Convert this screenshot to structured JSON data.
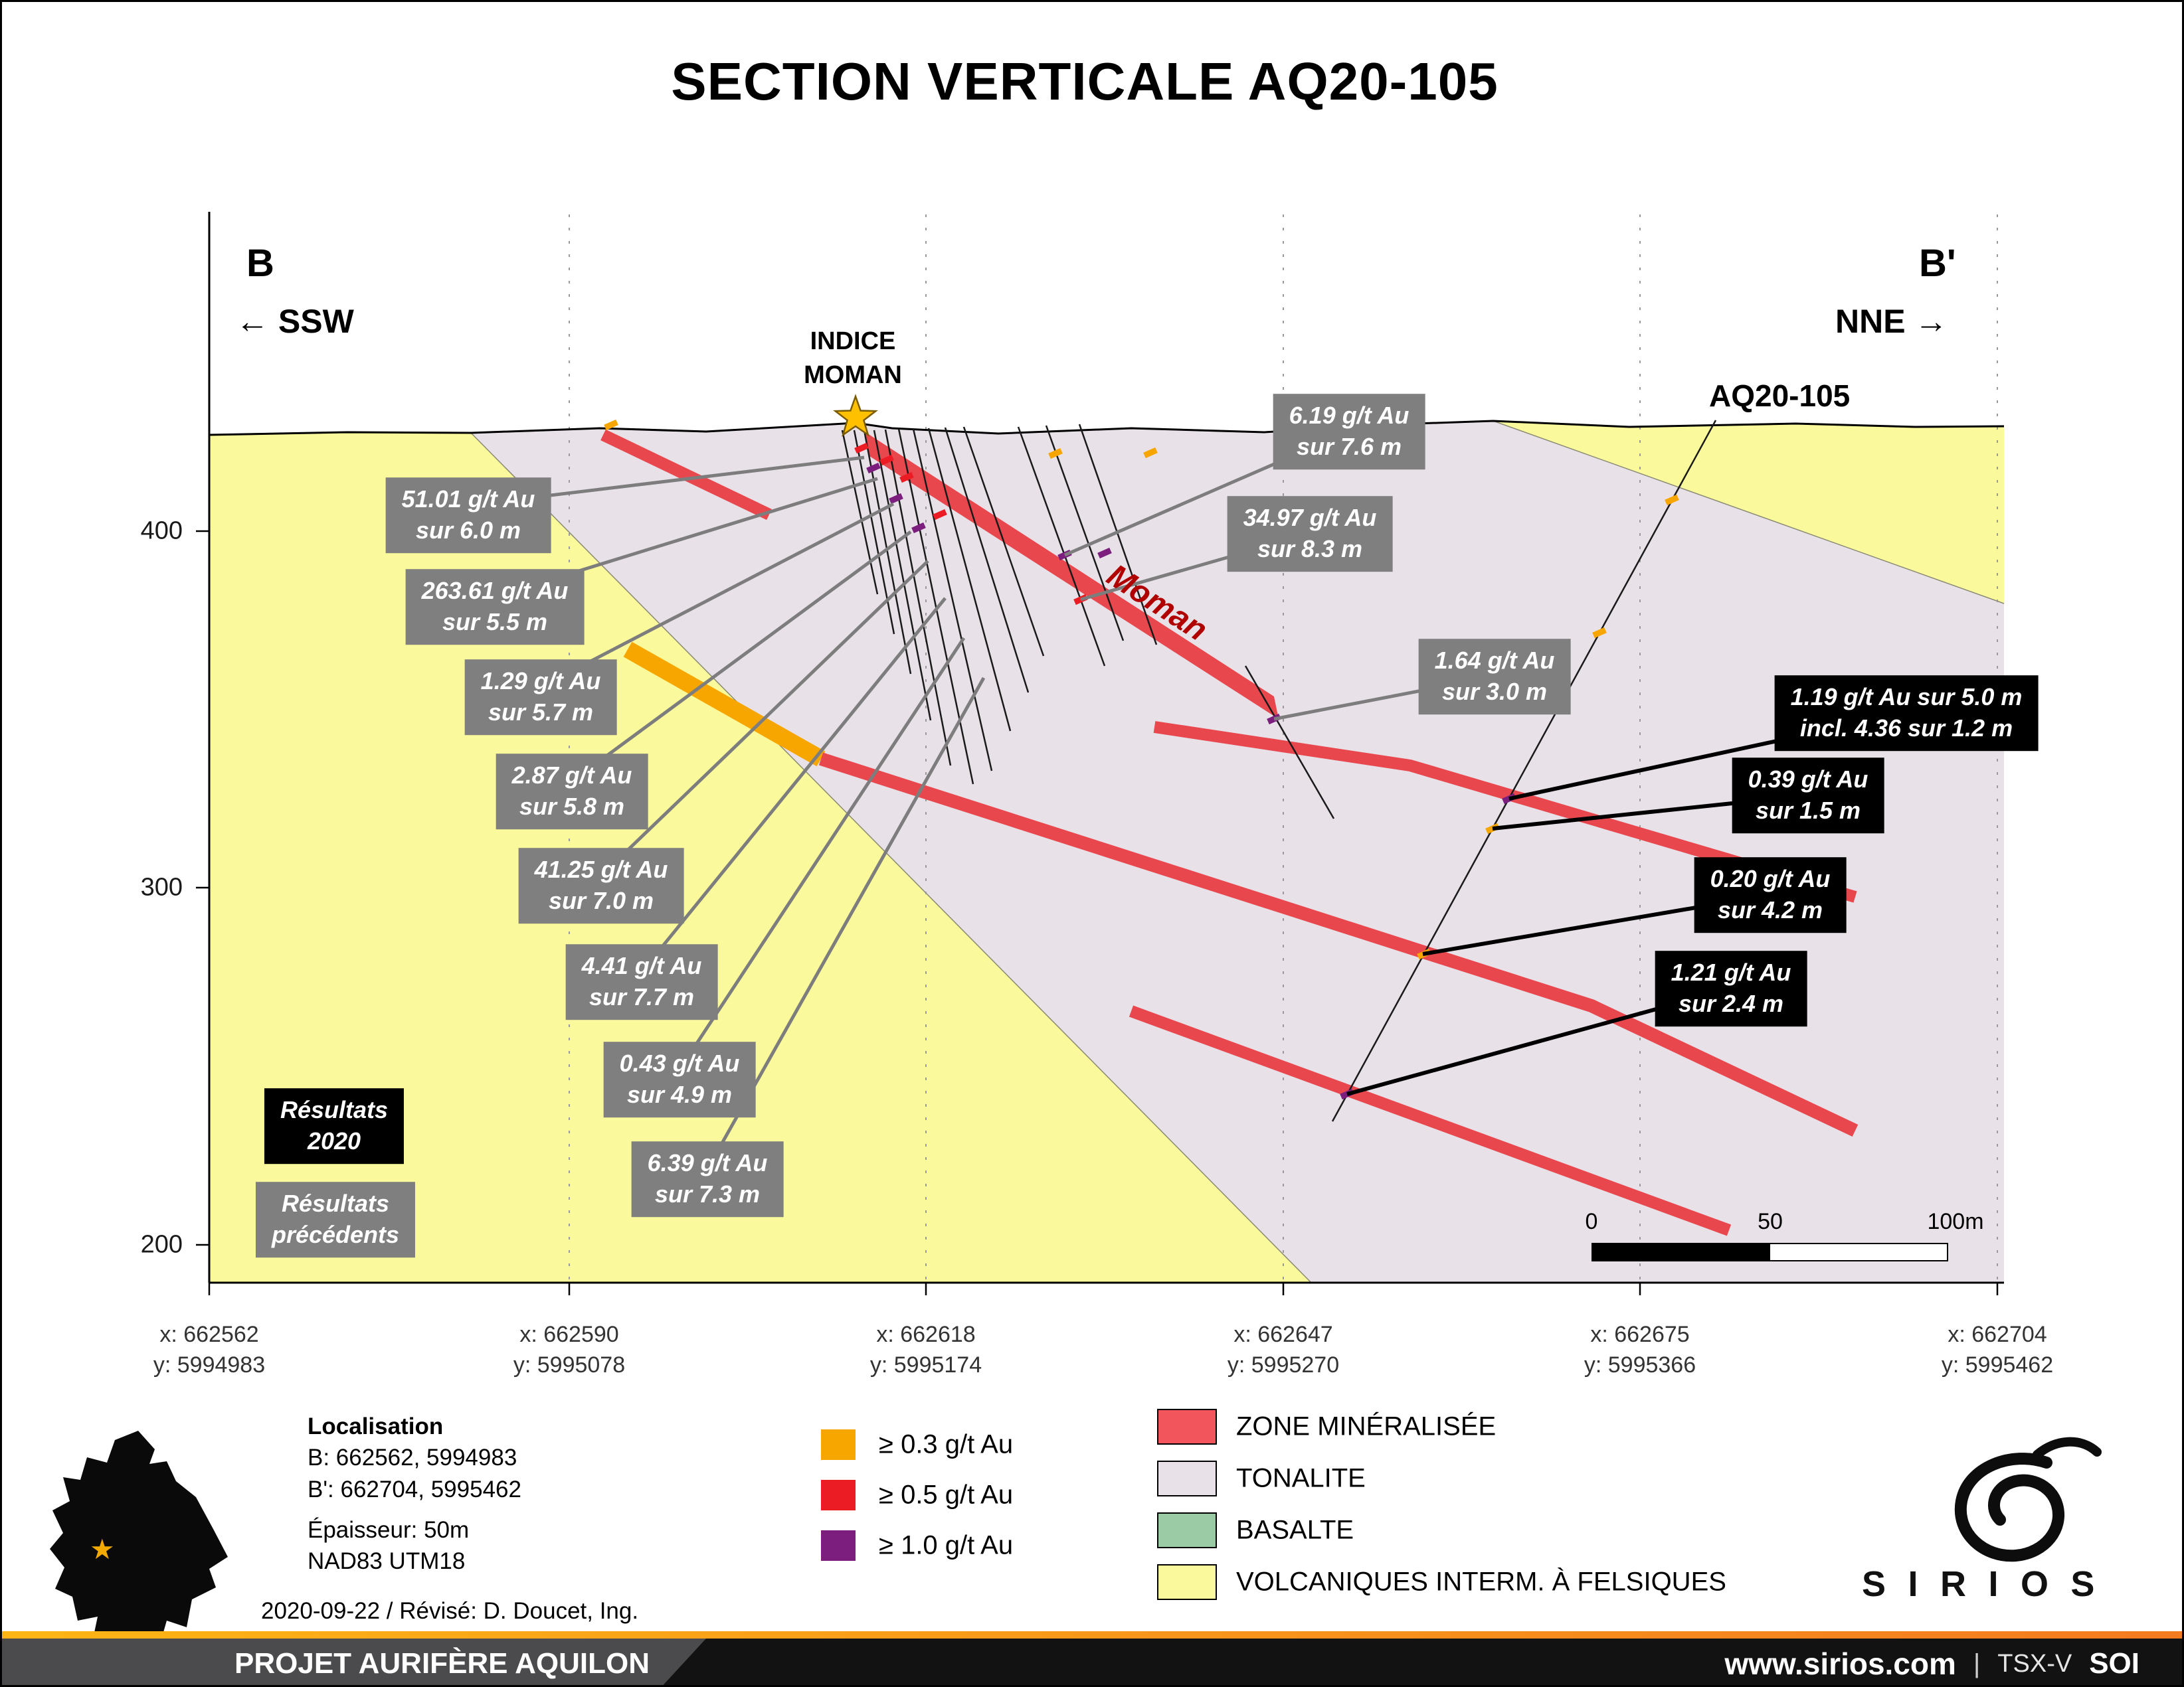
{
  "title": "SECTION VERTICALE AQ20-105",
  "section": {
    "b_label": "B",
    "bprime_label": "B'",
    "ssw": "← SSW",
    "nne": "NNE →",
    "hole_label": "AQ20-105",
    "indice_line1": "INDICE",
    "indice_line2": "MOMAN",
    "moman_zone": "Moman",
    "elev_400": "400",
    "elev_300": "300",
    "elev_200": "200"
  },
  "results_previous": [
    {
      "line1": "51.01 g/t Au",
      "line2": "sur 6.0 m"
    },
    {
      "line1": "263.61 g/t Au",
      "line2": "sur 5.5 m"
    },
    {
      "line1": "1.29 g/t Au",
      "line2": "sur 5.7 m"
    },
    {
      "line1": "2.87 g/t Au",
      "line2": "sur 5.8 m"
    },
    {
      "line1": "41.25 g/t Au",
      "line2": "sur 7.0 m"
    },
    {
      "line1": "4.41 g/t Au",
      "line2": "sur 7.7 m"
    },
    {
      "line1": "0.43 g/t Au",
      "line2": "sur 4.9 m"
    },
    {
      "line1": "6.39 g/t Au",
      "line2": "sur 7.3 m"
    },
    {
      "line1": "6.19 g/t Au",
      "line2": "sur 7.6 m"
    },
    {
      "line1": "34.97 g/t Au",
      "line2": "sur 8.3 m"
    },
    {
      "line1": "1.64 g/t Au",
      "line2": "sur 3.0 m"
    }
  ],
  "results_2020": [
    {
      "line1": "1.19 g/t Au sur 5.0 m",
      "line2": "incl. 4.36 sur 1.2 m"
    },
    {
      "line1": "0.39 g/t Au",
      "line2": "sur 1.5 m"
    },
    {
      "line1": "0.20 g/t Au",
      "line2": "sur 4.2 m"
    },
    {
      "line1": "1.21 g/t Au",
      "line2": "sur 2.4 m"
    }
  ],
  "results_legend": {
    "r2020_line1": "Résultats",
    "r2020_line2": "2020",
    "prev_line1": "Résultats",
    "prev_line2": "précédents"
  },
  "scalebar": {
    "zero": "0",
    "fifty": "50",
    "hundred": "100m"
  },
  "coordinates": [
    {
      "x": "x: 662562",
      "y": "y: 5994983"
    },
    {
      "x": "x: 662590",
      "y": "y: 5995078"
    },
    {
      "x": "x: 662618",
      "y": "y: 5995174"
    },
    {
      "x": "x: 662647",
      "y": "y: 5995270"
    },
    {
      "x": "x: 662675",
      "y": "y: 5995366"
    },
    {
      "x": "x: 662704",
      "y": "y: 5995462"
    }
  ],
  "localisation": {
    "heading": "Localisation",
    "b": "B: 662562, 5994983",
    "bprime": "B': 662704, 5995462",
    "epaisseur": "Épaisseur: 50m",
    "datum": "NAD83 UTM18",
    "revision": "2020-09-22 / Révisé: D. Doucet, Ing."
  },
  "grade_legend": [
    {
      "label": "≥ 0.3 g/t Au",
      "color": "#F7A600"
    },
    {
      "label": "≥ 0.5 g/t Au",
      "color": "#EB1C24"
    },
    {
      "label": "≥ 1.0 g/t Au",
      "color": "#7B1E7E"
    }
  ],
  "lithology_legend": [
    {
      "label": "ZONE MINÉRALISÉE",
      "color": "#F2555C"
    },
    {
      "label": "TONALITE",
      "color": "#E8E1E8"
    },
    {
      "label": "BASALTE",
      "color": "#9BCBA4"
    },
    {
      "label": "VOLCANIQUES INTERM. À FELSIQUES",
      "color": "#FAFA9C"
    }
  ],
  "icons": {
    "location_star": "★"
  },
  "footer": {
    "project": "PROJET AURIFÈRE AQUILON",
    "website": "www.sirios.com",
    "separator": "|",
    "ticker_label": "TSX-V",
    "ticker": "SOI",
    "logo": "SIRIOS"
  }
}
